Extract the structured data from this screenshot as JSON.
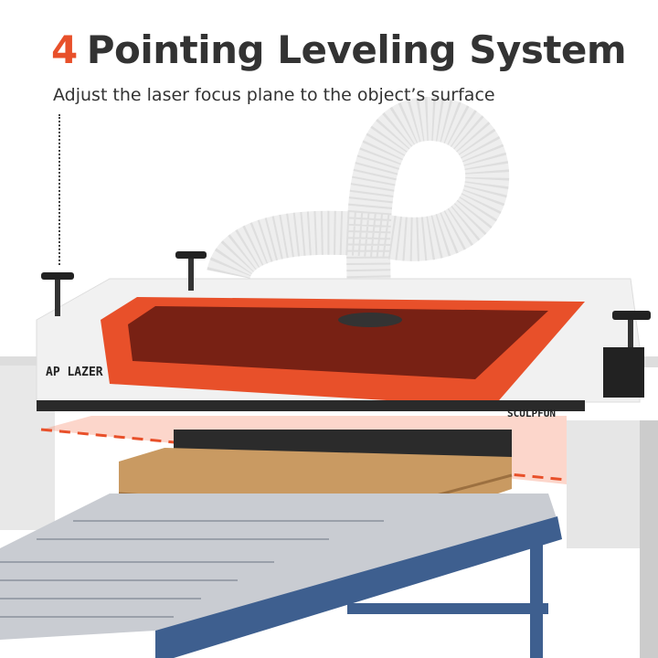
{
  "header": {
    "title_number": "4",
    "title_text": "Pointing Leveling System",
    "subtitle": "Adjust the laser focus plane to the object’s surface"
  },
  "product": {
    "model_label": "AP LAZER",
    "brand_logo": "SCULPFUN"
  },
  "colors": {
    "accent": "#e8502a",
    "text": "#333333",
    "conveyor": "#3e5f8f",
    "pallet": "#c99a62"
  }
}
